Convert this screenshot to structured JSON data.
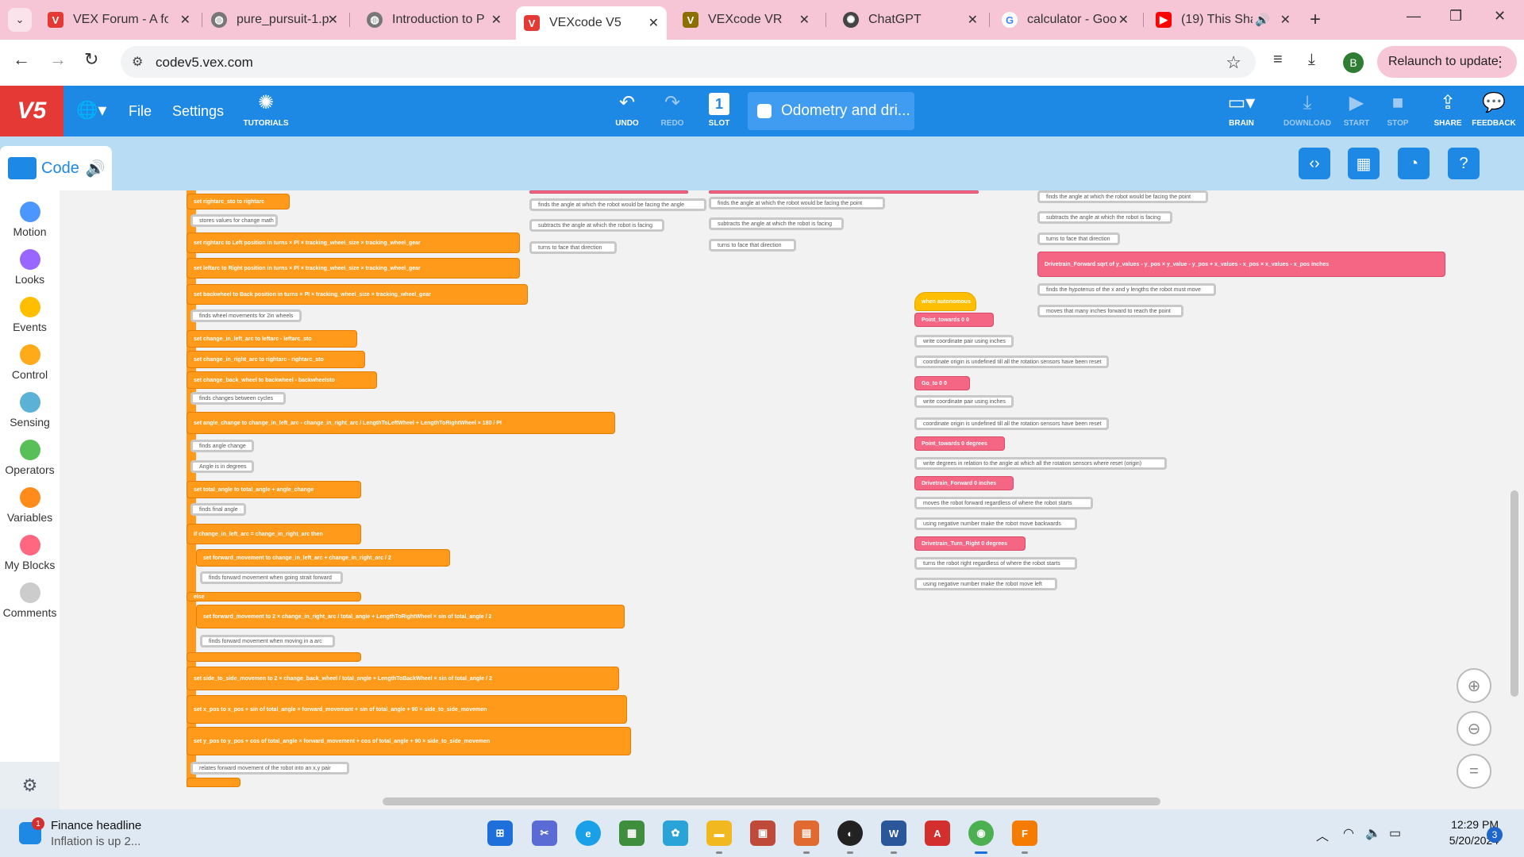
{
  "browser": {
    "tabs": [
      {
        "title": "VEX Forum - A fo",
        "icon": "vex-forum-icon",
        "color": "#e53935"
      },
      {
        "title": "pure_pursuit-1.p",
        "icon": "globe-icon",
        "color": "#777777"
      },
      {
        "title": "Introduction to P",
        "icon": "globe-icon",
        "color": "#777777"
      },
      {
        "title": "VEXcode V5",
        "icon": "vexcode-icon",
        "color": "#e53935"
      },
      {
        "title": "VEXcode VR",
        "icon": "vexcode-vr-icon",
        "color": "#8d6e00"
      },
      {
        "title": "ChatGPT",
        "icon": "chatgpt-icon",
        "color": "#444444"
      },
      {
        "title": "calculator - Goo",
        "icon": "google-icon",
        "color": "#4285f4"
      },
      {
        "title": "(19) This Sha",
        "icon": "youtube-icon",
        "color": "#ff0000"
      }
    ],
    "url": "codev5.vex.com",
    "profile_initial": "B",
    "relaunch_label": "Relaunch to update"
  },
  "vex": {
    "logo": "V5",
    "menu_file": "File",
    "menu_settings": "Settings",
    "tutorials": "TUTORIALS",
    "undo": "UNDO",
    "redo": "REDO",
    "slot": "SLOT",
    "slot_num": "1",
    "project_name": "Odometry and dri...",
    "brain": "BRAIN",
    "download": "DOWNLOAD",
    "start": "START",
    "stop": "STOP",
    "share": "SHARE",
    "feedback": "FEEDBACK",
    "code_tab": "Code"
  },
  "categories": [
    {
      "label": "Motion",
      "color": "#4c97ff"
    },
    {
      "label": "Looks",
      "color": "#9966ff"
    },
    {
      "label": "Events",
      "color": "#ffbf00"
    },
    {
      "label": "Control",
      "color": "#ffab19"
    },
    {
      "label": "Sensing",
      "color": "#5cb1d6"
    },
    {
      "label": "Operators",
      "color": "#59c059"
    },
    {
      "label": "Variables",
      "color": "#ff8c1a"
    },
    {
      "label": "My Blocks",
      "color": "#ff6680"
    },
    {
      "label": "Comments",
      "color": "#cccccc"
    }
  ],
  "blocks": {
    "b1": "set  rightarc_sto  to  rightarc",
    "b2": "stores values for change math",
    "b3": "set  rightarc  to  Left  position in  turns  ×  PI  ×  tracking_wheel_size  ×  tracking_wheel_gear",
    "b4": "set  leftarc  to  Right  position in  turns  ×  PI  ×  tracking_wheel_size  ×  tracking_wheel_gear",
    "b5": "set  backwheel  to  Back  position in  turns  ×  PI  ×  tracking_wheel_size  ×  tracking_wheel_gear",
    "b6": "finds wheel movements for 2in wheels",
    "b7": "set  change_in_left_arc  to  leftarc  -  leftarc_sto",
    "b8": "set  change_in_right_arc  to  rightarc  -  rightarc_sto",
    "b9": "set  change_back_wheel  to  backwheel  -  backwheelsto",
    "b10": "finds changes between cycles",
    "b11": "set  angle_change  to  change_in_left_arc  -  change_in_right_arc  /  LengthToLeftWheel  +  LengthToRightWheel  ×  180  /  PI",
    "b12": "finds angle change",
    "b13": "Angle is in degrees",
    "b14": "set  total_angle  to  total_angle  +  angle_change",
    "b15": "finds final angle",
    "b16": "if    change_in_left_arc  =  change_in_right_arc    then",
    "b17": "set  forward_movement  to  change_in_left_arc  +  change_in_right_arc  /  2",
    "b18": "finds forward movement when going strait forward",
    "b19": "else",
    "b20": "set  forward_movement  to  2  ×  change_in_right_arc  /  total_angle  +  LengthToRightWheel  ×  sin  of  total_angle  /  2",
    "b21": "finds forward movement when moving in a arc",
    "b22": "set  side_to_side_movemen  to  2  ×  change_back_wheel  /  total_angle  +  LengthToBackWheel  ×  sin  of  total_angle  /  2",
    "b23": "set  x_pos  to  x_pos  +  sin  of  total_angle  ×  forward_movemant  +  sin  of  total_angle  +  90  ×  side_to_side_movemen",
    "b24": "set  y_pos  to  y_pos  +  cos  of  total_angle  ×  forward_movement  +  cos  of  total_angle  +  90  ×  side_to_side_movemen",
    "b25": "relates forward movement of the robot into an x,y pair",
    "c1": "finds the angle at which the robot would be facing the angle",
    "c2": "subtracts the angle at which the robot is facing",
    "c3": "turns to face that direction",
    "d1": "finds the angle at which the robot would be facing the point",
    "d2": "subtracts the angle at which the robot is facing",
    "d3": "turns to face that direction",
    "e1": "finds the angle at which the robot would be facing the point",
    "e2": "subtracts the angle at which the robot is facing",
    "e3": "turns to face that direction",
    "e4": "Drivetrain_Forward   sqrt  of  y_values  -  y_pos  ×  y_value  -  y_pos  +  x_values  -  x_pos  ×  x_values  -  x_pos    inches",
    "e5": "finds the hypotenus of the x and y lengths the robot must move",
    "e6": "moves that many inches forward to reach the point",
    "f0": "when autonomous",
    "f1": "Point_towards  0  0",
    "f2": "write coordinate pair using inches",
    "f3": "coordinate origin is undefined till all the rotation sensors have been reset",
    "f4": "Go_to  0  0",
    "f5": "write coordinate pair using inches",
    "f6": "coordinate origin is undefined till all the rotation sensors have been reset",
    "f7": "Point_towards  0  degrees",
    "f8": "write degrees in relation to the angle at which all the rotation sensors where reset (origin)",
    "f9": "Drivetrain_Forward  0  inches",
    "f10": "moves the robot forward regardless of where the robot starts",
    "f11": "using negative number make the robot move backwards",
    "f12": "Drivetrain_Turn_Right  0  degrees",
    "f13": "turns the robot right regardless of where the robot starts",
    "f14": "using negative number make the robot move left"
  },
  "taskbar": {
    "news_title": "Finance headline",
    "news_sub": "Inflation is up 2...",
    "news_badge": "1",
    "time": "12:29 PM",
    "date": "5/20/2024",
    "notifications": "3"
  }
}
